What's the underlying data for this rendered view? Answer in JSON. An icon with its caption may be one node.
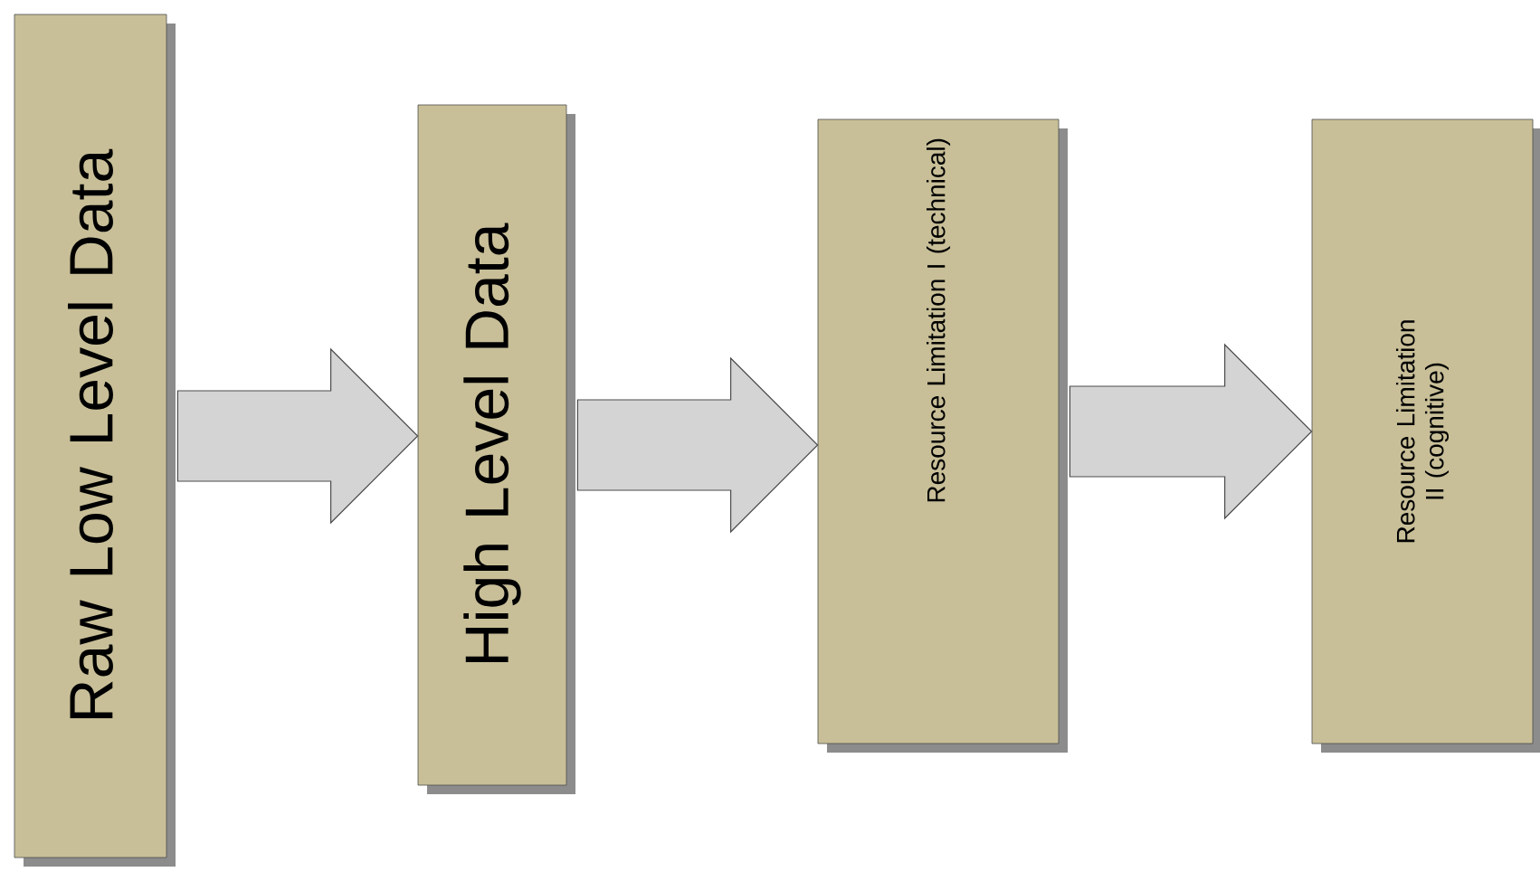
{
  "diagram": {
    "nodes": [
      {
        "text": [
          "Raw Low Level Data"
        ]
      },
      {
        "text": [
          "High Level Data"
        ]
      },
      {
        "text": [
          "Resource Limitation I (technical)"
        ]
      },
      {
        "text": [
          "Resource Limitation II (cognitive)"
        ]
      }
    ],
    "edges": [
      {
        "from": 0,
        "to": 1,
        "arrow": "to"
      },
      {
        "from": 1,
        "to": 2,
        "arrow": "to"
      },
      {
        "from": 2,
        "to": 3,
        "arrow": "to"
      }
    ]
  }
}
